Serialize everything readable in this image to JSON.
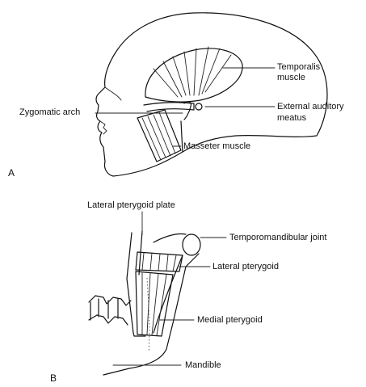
{
  "panel_a": {
    "letter": "A",
    "labels": {
      "temporalis_line1": "Temporalis",
      "temporalis_line2": "muscle",
      "zygomatic_arch": "Zygomatic arch",
      "external_auditory_line1": "External auditory",
      "external_auditory_line2": "meatus",
      "masseter_muscle": "Masseter muscle"
    }
  },
  "panel_b": {
    "letter": "B",
    "labels": {
      "lateral_pterygoid_plate": "Lateral pterygoid plate",
      "temporomandibular_joint": "Temporomandibular joint",
      "lateral_pterygoid": "Lateral pterygoid",
      "medial_pterygoid": "Medial pterygoid",
      "mandible": "Mandible"
    }
  }
}
